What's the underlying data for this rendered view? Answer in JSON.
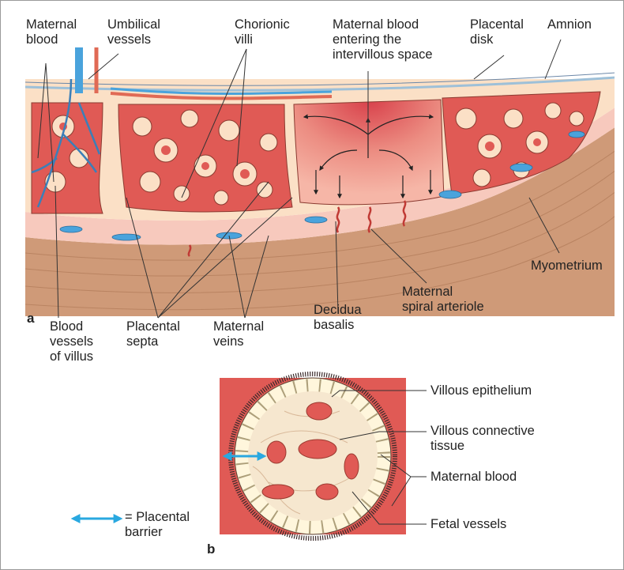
{
  "colors": {
    "maternal_blood": "#e05a55",
    "maternal_blood_light": "#f2a79c",
    "tissue_cream": "#fbe0c6",
    "vessel_blue": "#4aa3dc",
    "myometrium": "#cf9a78",
    "decidua_pink": "#f7c9bd",
    "arrow_cyan": "#29a8e0"
  },
  "panel_a": {
    "panel_letter": "a",
    "labels": {
      "maternal_blood": "Maternal\nblood",
      "umbilical_vessels": "Umbilical\nvessels",
      "chorionic_villi": "Chorionic\nvilli",
      "maternal_blood_entering": "Maternal blood\nentering the\nintervillous space",
      "placental_disk": "Placental\ndisk",
      "amnion": "Amnion",
      "myometrium": "Myometrium",
      "maternal_spiral_arteriole": "Maternal\nspiral arteriole",
      "decidua_basalis": "Decidua\nbasalis",
      "maternal_veins": "Maternal\nveins",
      "placental_septa": "Placental\nsepta",
      "blood_vessels_of_villus": "Blood\nvessels\nof villus"
    }
  },
  "panel_b": {
    "panel_letter": "b",
    "labels": {
      "villous_epithelium": "Villous epithelium",
      "villous_connective_tissue": "Villous connective\ntissue",
      "maternal_blood": "Maternal blood",
      "fetal_vessels": "Fetal vessels"
    },
    "legend": {
      "symbol_name": "double-arrow-icon",
      "text": "= Placental\nbarrier"
    }
  }
}
